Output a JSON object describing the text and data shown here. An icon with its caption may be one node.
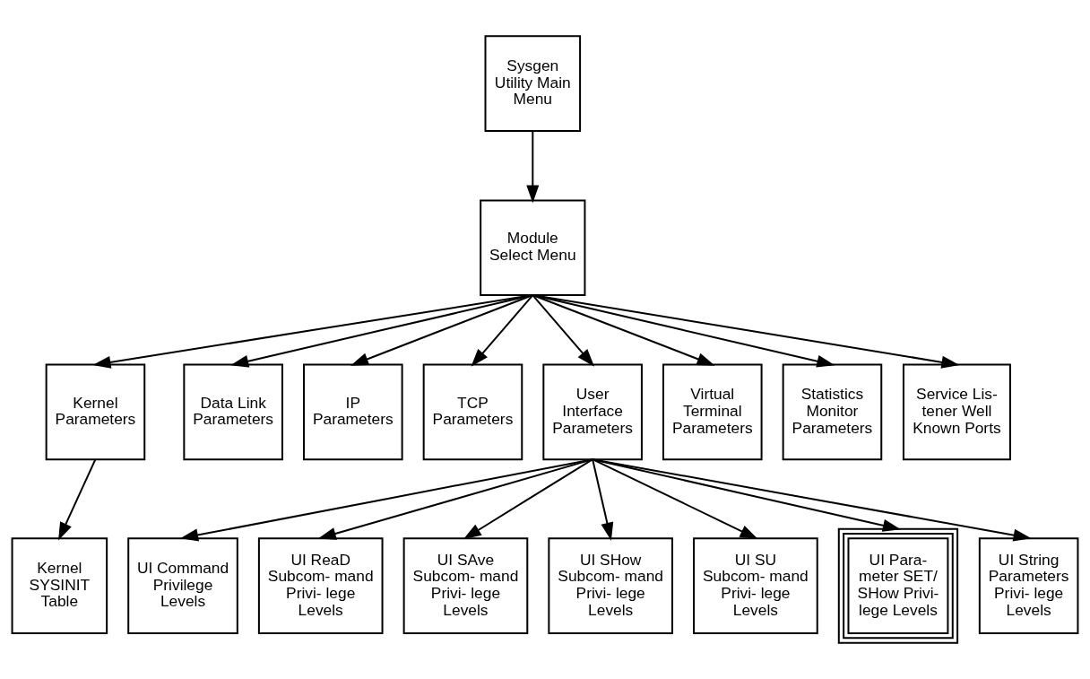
{
  "diagram": {
    "nodes": [
      {
        "text": [
          "Sysgen Utility Main Menu"
        ]
      },
      {
        "text": [
          "Module Select Menu"
        ]
      },
      {
        "text": [
          "Kernel Parameters"
        ]
      },
      {
        "text": [
          "Data Link Parameters"
        ]
      },
      {
        "text": [
          "IP Parameters"
        ]
      },
      {
        "text": [
          "TCP Parameters"
        ]
      },
      {
        "text": [
          "User Interface Parameters"
        ]
      },
      {
        "text": [
          "Virtual Terminal Parameters"
        ]
      },
      {
        "text": [
          "Statistics Monitor Parameters"
        ]
      },
      {
        "text": [
          "Service Lis- tener Well Known Ports"
        ]
      },
      {
        "text": [
          "Kernel SYSINIT Table"
        ]
      },
      {
        "text": [
          "UI Command Privilege Levels"
        ]
      },
      {
        "text": [
          "UI ReaD Subcom- mand Privi- lege Levels"
        ]
      },
      {
        "text": [
          "UI SAve Subcom- mand Privi- lege Levels"
        ]
      },
      {
        "text": [
          "UI SHow Subcom- mand Privi- lege Levels"
        ]
      },
      {
        "text": [
          "UI SU Subcom- mand Privi- lege Levels"
        ]
      },
      {
        "text": [
          "UI Para- meter SET/ SHow Privi- lege Levels"
        ]
      },
      {
        "text": [
          "UI String Parameters Privi- lege Levels"
        ]
      }
    ],
    "edges": [
      {
        "from": 0,
        "to": 1,
        "arrow": "to"
      },
      {
        "from": 1,
        "to": 2,
        "arrow": "to"
      },
      {
        "from": 1,
        "to": 3,
        "arrow": "to"
      },
      {
        "from": 1,
        "to": 4,
        "arrow": "to"
      },
      {
        "from": 1,
        "to": 5,
        "arrow": "to"
      },
      {
        "from": 1,
        "to": 6,
        "arrow": "to"
      },
      {
        "from": 1,
        "to": 7,
        "arrow": "to"
      },
      {
        "from": 1,
        "to": 8,
        "arrow": "to"
      },
      {
        "from": 1,
        "to": 9,
        "arrow": "to"
      },
      {
        "from": 2,
        "to": 10,
        "arrow": "to"
      },
      {
        "from": 6,
        "to": 11,
        "arrow": "to"
      },
      {
        "from": 6,
        "to": 12,
        "arrow": "to"
      },
      {
        "from": 6,
        "to": 13,
        "arrow": "to"
      },
      {
        "from": 6,
        "to": 14,
        "arrow": "to"
      },
      {
        "from": 6,
        "to": 15,
        "arrow": "to"
      },
      {
        "from": 6,
        "to": 16,
        "arrow": "to"
      },
      {
        "from": 6,
        "to": 17,
        "arrow": "to"
      }
    ]
  }
}
